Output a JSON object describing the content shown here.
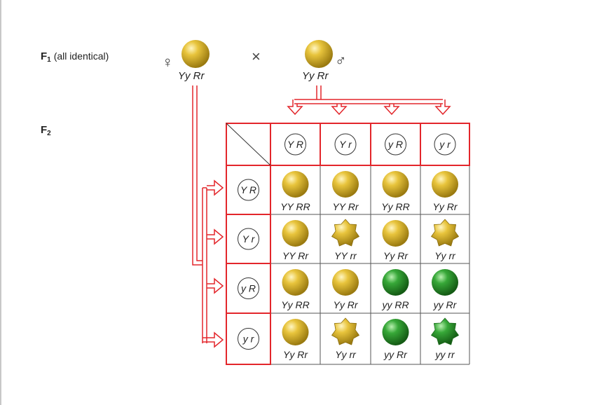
{
  "f1": {
    "label_main": "F",
    "label_sub": "1",
    "note": "(all identical)",
    "female_symbol": "♀",
    "male_symbol": "♂",
    "cross_symbol": "×",
    "female_genotype": "Yy Rr",
    "male_genotype": "Yy Rr"
  },
  "f2": {
    "label_main": "F",
    "label_sub": "2"
  },
  "colors": {
    "yellow_seed": "#d9b531",
    "green_seed": "#2f9a2f",
    "grid_red": "#e3262b",
    "arrow_red": "#e3262b"
  },
  "gametes": [
    "Y R",
    "Y r",
    "y R",
    "y r"
  ],
  "grid": [
    [
      {
        "genotype": "YY RR",
        "color": "yellow",
        "shape": "round"
      },
      {
        "genotype": "YY Rr",
        "color": "yellow",
        "shape": "round"
      },
      {
        "genotype": "Yy RR",
        "color": "yellow",
        "shape": "round"
      },
      {
        "genotype": "Yy Rr",
        "color": "yellow",
        "shape": "round"
      }
    ],
    [
      {
        "genotype": "YY Rr",
        "color": "yellow",
        "shape": "round"
      },
      {
        "genotype": "YY rr",
        "color": "yellow",
        "shape": "wrinkled"
      },
      {
        "genotype": "Yy Rr",
        "color": "yellow",
        "shape": "round"
      },
      {
        "genotype": "Yy rr",
        "color": "yellow",
        "shape": "wrinkled"
      }
    ],
    [
      {
        "genotype": "Yy RR",
        "color": "yellow",
        "shape": "round"
      },
      {
        "genotype": "Yy Rr",
        "color": "yellow",
        "shape": "round"
      },
      {
        "genotype": "yy RR",
        "color": "green",
        "shape": "round"
      },
      {
        "genotype": "yy Rr",
        "color": "green",
        "shape": "round"
      }
    ],
    [
      {
        "genotype": "Yy Rr",
        "color": "yellow",
        "shape": "round"
      },
      {
        "genotype": "Yy rr",
        "color": "yellow",
        "shape": "wrinkled"
      },
      {
        "genotype": "yy Rr",
        "color": "green",
        "shape": "round"
      },
      {
        "genotype": "yy rr",
        "color": "green",
        "shape": "wrinkled"
      }
    ]
  ]
}
